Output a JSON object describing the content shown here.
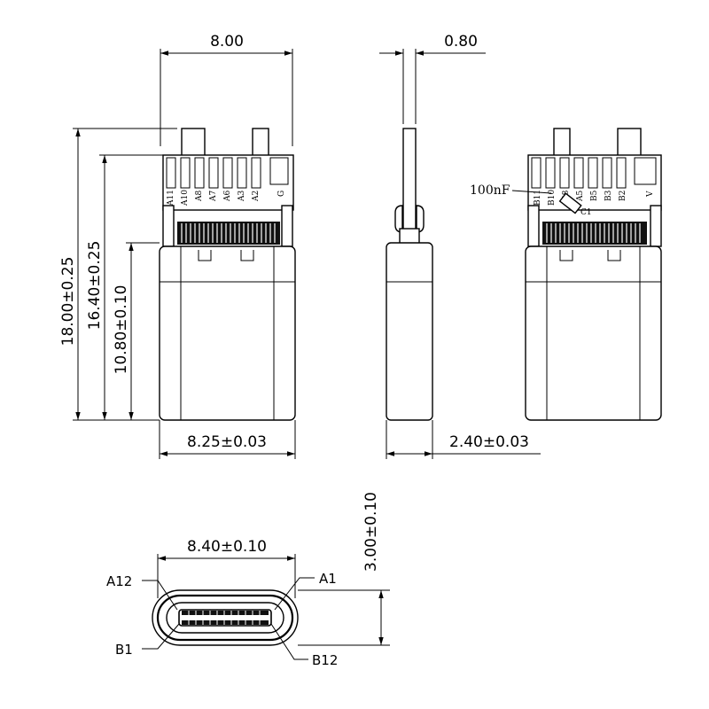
{
  "front": {
    "width_top": "8.00",
    "height_total": "18.00±0.25",
    "height_mid": "16.40±0.25",
    "height_shell": "10.80±0.10",
    "width_shell": "8.25±0.03",
    "pins": [
      "A11",
      "A10",
      "A8",
      "A7",
      "A6",
      "A3",
      "A2",
      "G"
    ]
  },
  "side": {
    "thickness_top": "0.80",
    "thickness_shell": "2.40±0.03"
  },
  "back": {
    "pins": [
      "B11",
      "B10",
      "B8",
      "A5",
      "B5",
      "B3",
      "B2",
      "V"
    ],
    "cap_value": "100nF",
    "cap_ref": "C1"
  },
  "end": {
    "width": "8.40±0.10",
    "height": "3.00±0.10",
    "pin_a12": "A12",
    "pin_a1": "A1",
    "pin_b1": "B1",
    "pin_b12": "B12"
  }
}
